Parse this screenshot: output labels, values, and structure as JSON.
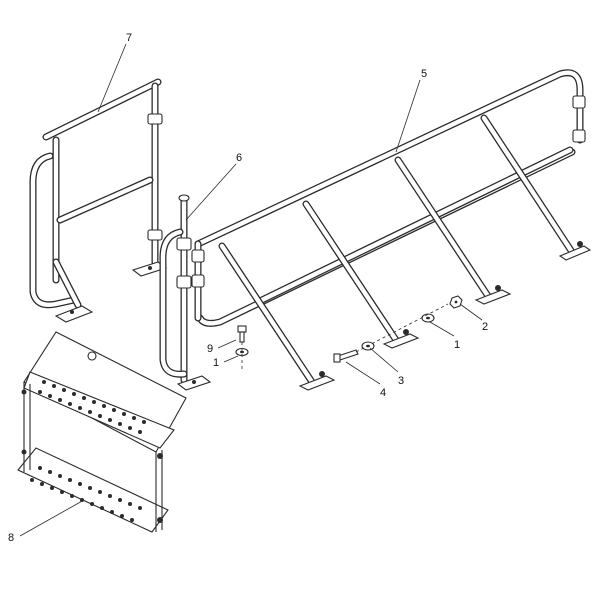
{
  "callouts": {
    "c1a": "1",
    "c1b": "1",
    "c2": "2",
    "c3": "3",
    "c4": "4",
    "c5": "5",
    "c6": "6",
    "c7": "7",
    "c8": "8",
    "c9": "9"
  },
  "colors": {
    "line": "#2b2b2b",
    "background": "#ffffff"
  }
}
